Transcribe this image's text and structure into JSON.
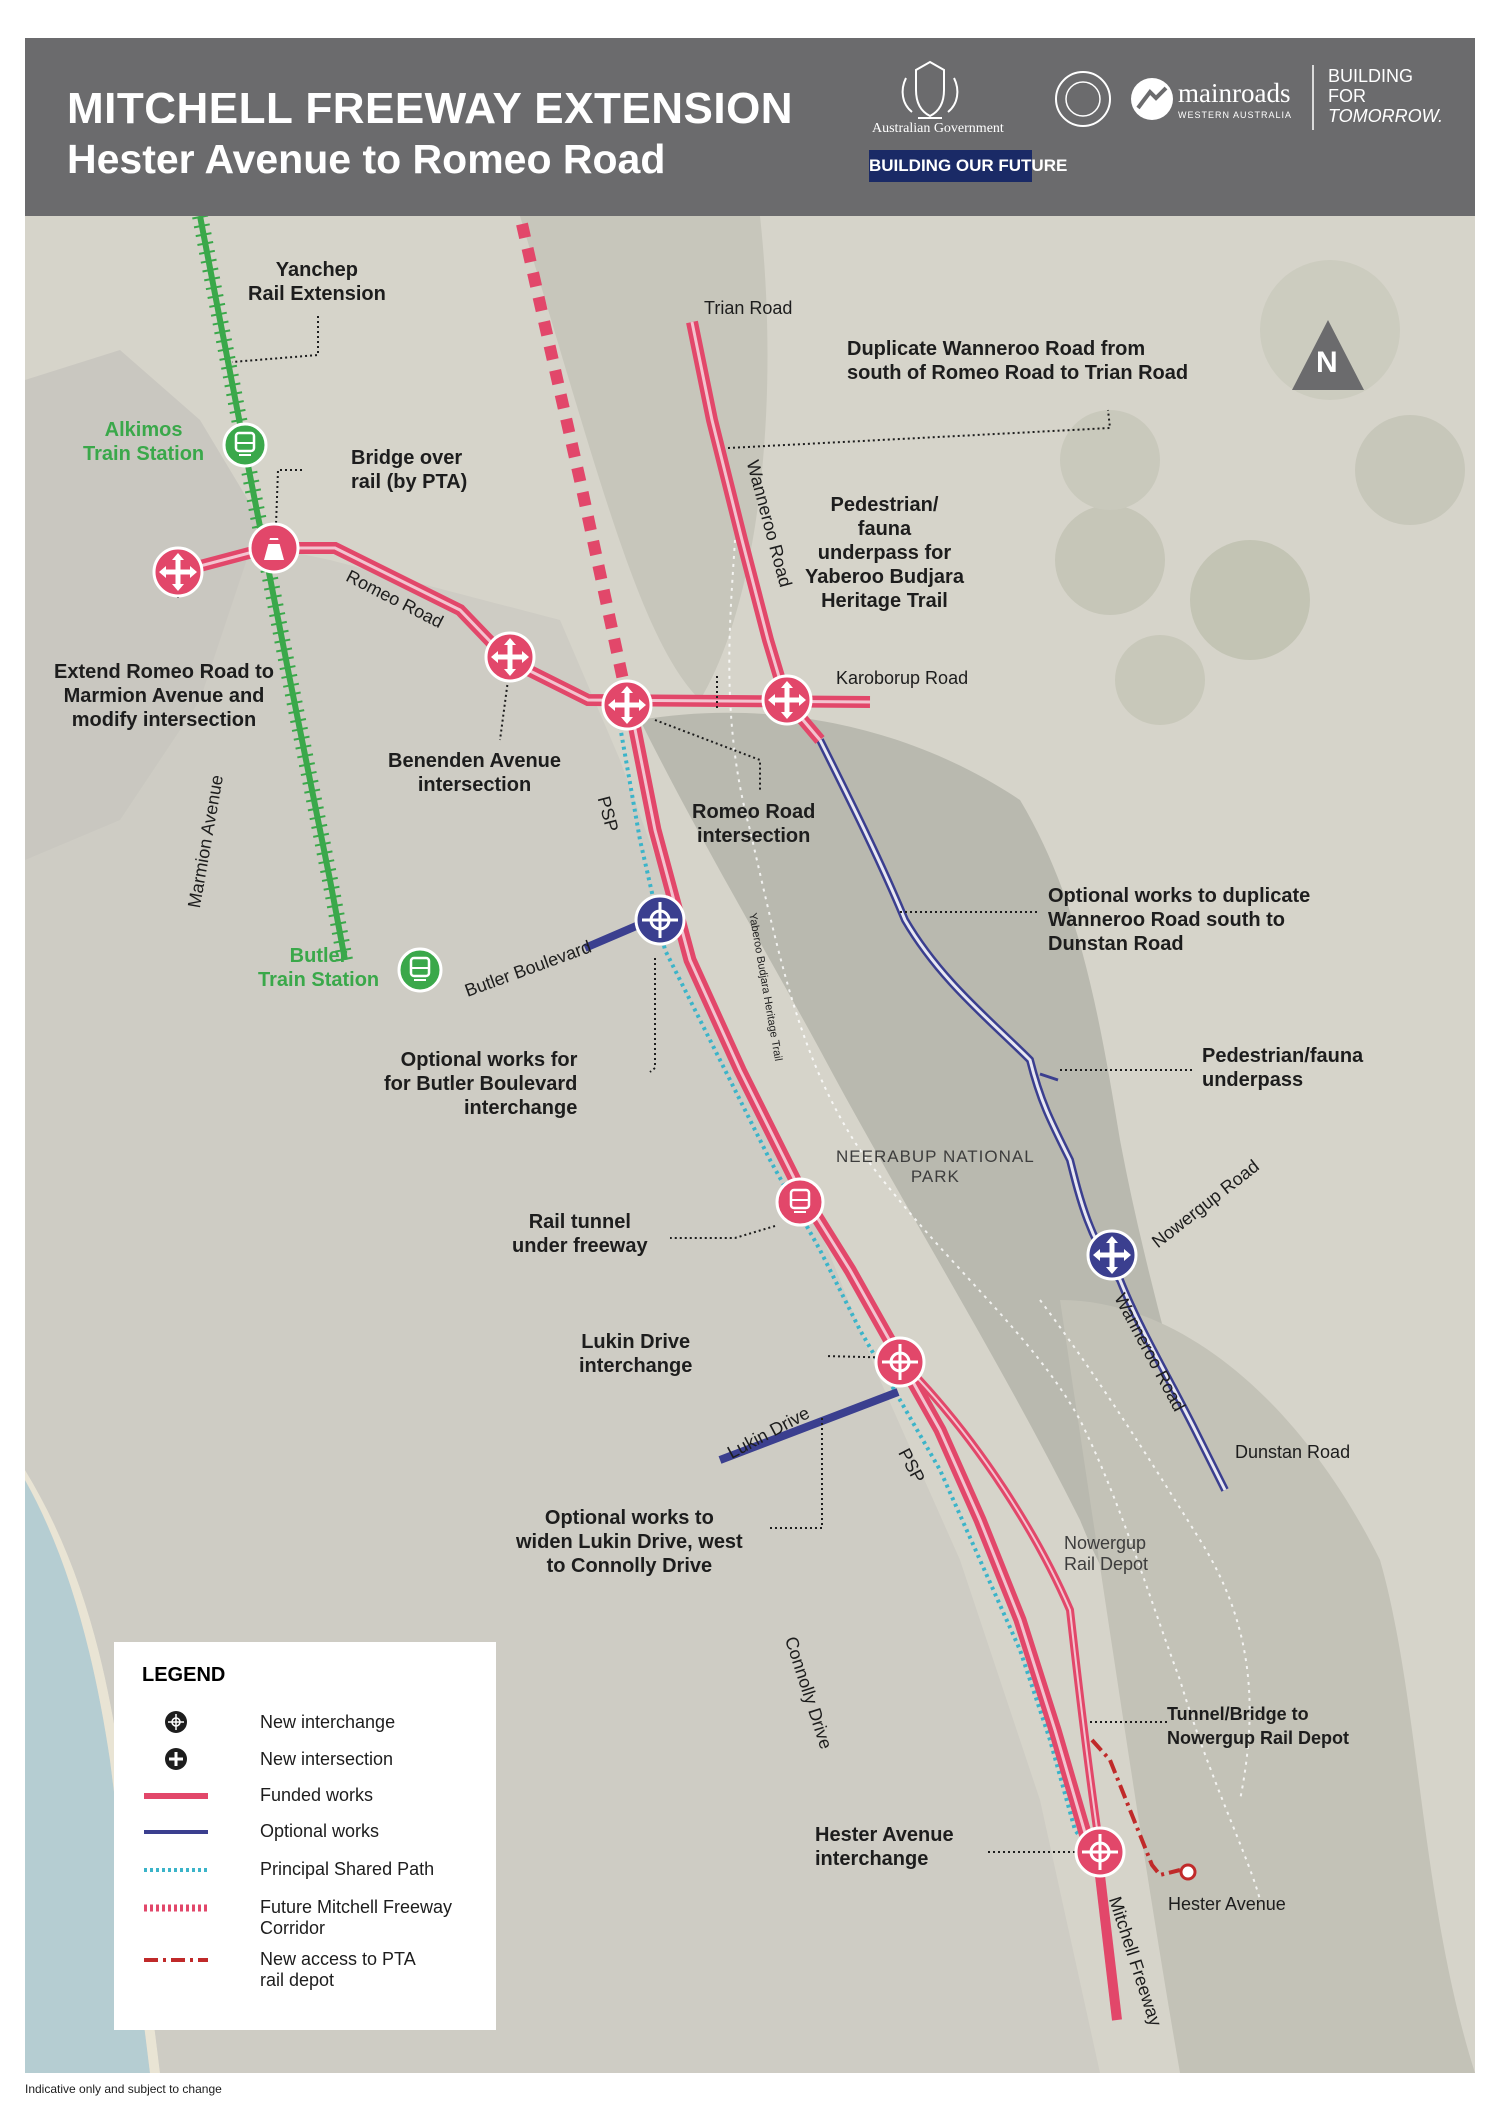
{
  "header": {
    "title": "MITCHELL FREEWAY EXTENSION",
    "subtitle": "Hester Avenue to Romeo Road",
    "gov_label": "Australian Government",
    "building_future": "BUILDING OUR FUTURE",
    "mainroads": "mainroads",
    "mainroads_sub": "WESTERN AUSTRALIA",
    "btf_line1": "BUILDING",
    "btf_line2": "FOR",
    "btf_line3": "TOMORROW."
  },
  "labels": {
    "yanchep": "Yanchep\nRail Extension",
    "alkimos": "Alkimos\nTrain Station",
    "bridge_rail": "Bridge over\nrail (by PTA)",
    "extend_romeo": "Extend Romeo Road to\nMarmion Avenue and\nmodify intersection",
    "benenden": "Benenden Avenue\nintersection",
    "romeo_int": "Romeo Road\nintersection",
    "duplicate_wanneroo": "Duplicate Wanneroo Road from\nsouth of Romeo Road to Trian Road",
    "ped_fauna_yaberoo": "Pedestrian/\nfauna\nunderpass for\nYaberoo Budjara\nHeritage Trail",
    "optional_dunstan": "Optional works to duplicate\nWanneroo Road south to\nDunstan Road",
    "butler_station": "Butler\nTrain Station",
    "optional_butler": "Optional works for\nfor Butler Boulevard\ninterchange",
    "ped_fauna": "Pedestrian/fauna\nunderpass",
    "rail_tunnel": "Rail tunnel\nunder freeway",
    "lukin_interchange": "Lukin Drive\ninterchange",
    "optional_lukin": "Optional works to\nwiden Lukin Drive, west\nto Connolly Drive",
    "tunnel_bridge": "Tunnel/Bridge to\nNowergup Rail Depot",
    "hester_interchange": "Hester Avenue\ninterchange",
    "neerabup": "NEERABUP NATIONAL\nPARK",
    "nowergup_depot": "Nowergup\nRail Depot"
  },
  "roads": {
    "trian": "Trian Road",
    "wanneroo_n": "Wanneroo Road",
    "karoborup": "Karoborup Road",
    "romeo": "Romeo Road",
    "marmion": "Marmion Avenue",
    "psp_n": "PSP",
    "butler_blvd": "Butler Boulevard",
    "yaberoo_trail": "Yaberoo Budjara Heritage Trail",
    "nowergup_rd": "Nowergup Road",
    "wanneroo_s": "Wanneroo Road",
    "dunstan": "Dunstan Road",
    "lukin": "Lukin Drive",
    "psp_s": "PSP",
    "connolly": "Connolly Drive",
    "hester": "Hester Avenue",
    "mitchell": "Mitchell Freeway",
    "north": "N"
  },
  "legend": {
    "title": "LEGEND",
    "items": [
      {
        "label": "New interchange"
      },
      {
        "label": "New intersection"
      },
      {
        "label": "Funded works"
      },
      {
        "label": "Optional works"
      },
      {
        "label": "Principal Shared Path"
      },
      {
        "label": "Future Mitchell Freeway\nCorridor"
      },
      {
        "label": "New access to PTA\nrail depot"
      }
    ]
  },
  "footer": "Indicative only and subject to change",
  "colors": {
    "funded": "#e2476a",
    "optional": "#3b3f8f",
    "psp": "#3bb4c9",
    "rail": "#3aa84a",
    "access": "#c02a2a",
    "header_bg": "#6b6b6d"
  }
}
